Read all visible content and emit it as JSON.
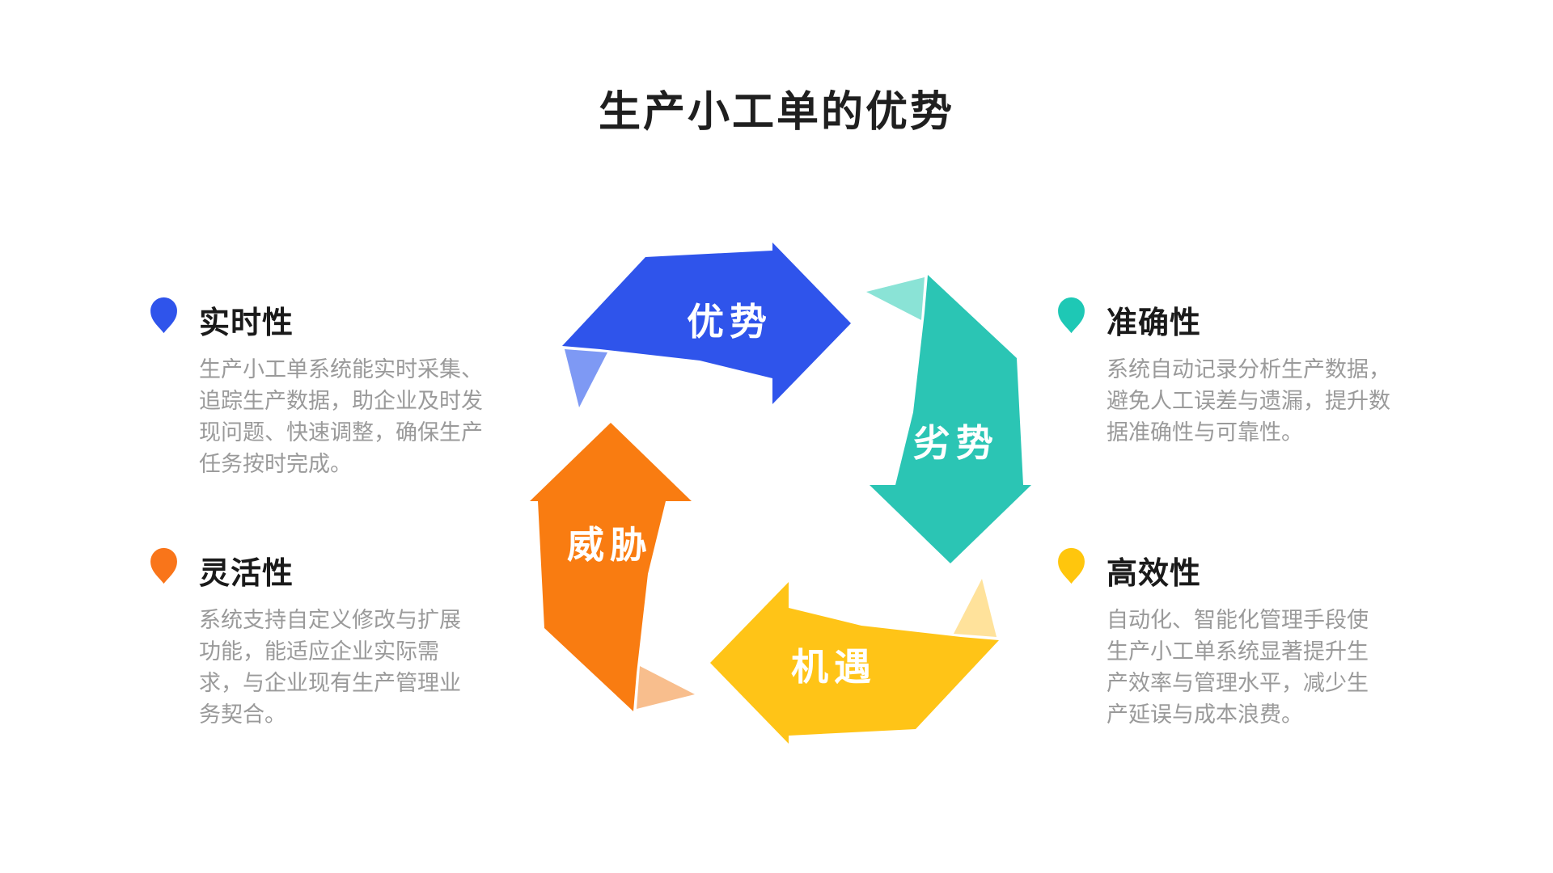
{
  "title": "生产小工单的优势",
  "diagram": {
    "arrows": [
      {
        "label": "优势",
        "color": "#2F54EB",
        "fold_color": "#7E99F4"
      },
      {
        "label": "劣势",
        "color": "#2BC5B4",
        "fold_color": "#8AE3D6"
      },
      {
        "label": "机遇",
        "color": "#FFC417",
        "fold_color": "#FFE29B"
      },
      {
        "label": "威胁",
        "color": "#F97C11",
        "fold_color": "#F8BE8D"
      }
    ],
    "label_text_color": "#FFFFFF"
  },
  "features": [
    {
      "heading": "实时性",
      "marker_color": "#2F54EB",
      "body": "生产小工单系统能实时采集、\n追踪生产数据，助企业及时发\n现问题、快速调整，确保生产\n任务按时完成。"
    },
    {
      "heading": "灵活性",
      "marker_color": "#F9751A",
      "body": "系统支持自定义修改与扩展\n功能，能适应企业实际需\n求，与企业现有生产管理业\n务契合。"
    },
    {
      "heading": "准确性",
      "marker_color": "#1EC8B5",
      "body": "系统自动记录分析生产数据，\n避免人工误差与遗漏，提升数\n据准确性与可靠性。"
    },
    {
      "heading": "高效性",
      "marker_color": "#FFC60D",
      "body": "自动化、智能化管理手段使\n生产小工单系统显著提升生\n产效率与管理水平，减少生\n产延误与成本浪费。"
    }
  ]
}
